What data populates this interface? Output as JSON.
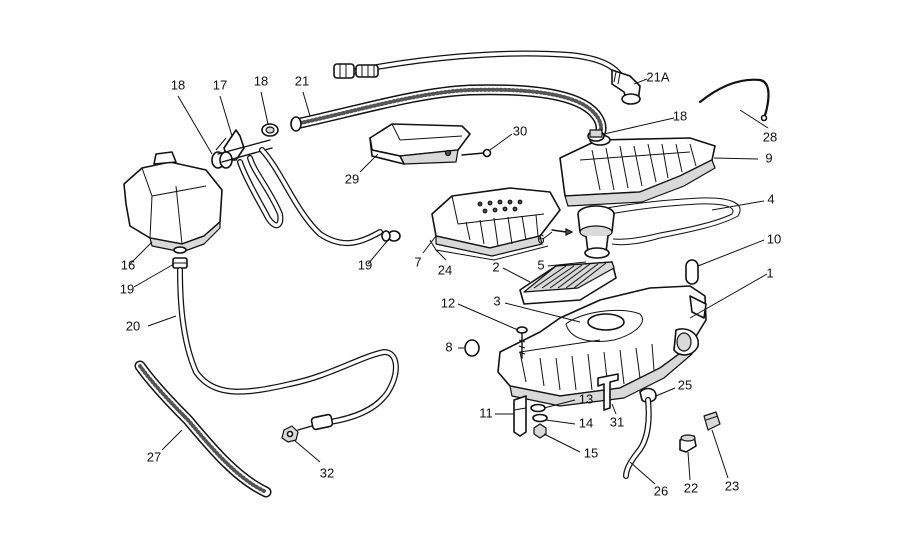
{
  "callouts": [
    {
      "id": "c1",
      "text": "1"
    },
    {
      "id": "c2",
      "text": "2"
    },
    {
      "id": "c3",
      "text": "3"
    },
    {
      "id": "c4",
      "text": "4"
    },
    {
      "id": "c5",
      "text": "5"
    },
    {
      "id": "c6",
      "text": "6"
    },
    {
      "id": "c7",
      "text": "7"
    },
    {
      "id": "c8",
      "text": "8"
    },
    {
      "id": "c9",
      "text": "9"
    },
    {
      "id": "c10",
      "text": "10"
    },
    {
      "id": "c11",
      "text": "11"
    },
    {
      "id": "c12",
      "text": "12"
    },
    {
      "id": "c13",
      "text": "13"
    },
    {
      "id": "c14",
      "text": "14"
    },
    {
      "id": "c15",
      "text": "15"
    },
    {
      "id": "c16",
      "text": "16"
    },
    {
      "id": "c17",
      "text": "17"
    },
    {
      "id": "c18a",
      "text": "18"
    },
    {
      "id": "c18b",
      "text": "18"
    },
    {
      "id": "c18c",
      "text": "18"
    },
    {
      "id": "c19a",
      "text": "19"
    },
    {
      "id": "c19b",
      "text": "19"
    },
    {
      "id": "c20",
      "text": "20"
    },
    {
      "id": "c21",
      "text": "21"
    },
    {
      "id": "c21a",
      "text": "21A"
    },
    {
      "id": "c22",
      "text": "22"
    },
    {
      "id": "c23",
      "text": "23"
    },
    {
      "id": "c24",
      "text": "24"
    },
    {
      "id": "c25",
      "text": "25"
    },
    {
      "id": "c26",
      "text": "26"
    },
    {
      "id": "c27",
      "text": "27"
    },
    {
      "id": "c28",
      "text": "28"
    },
    {
      "id": "c29",
      "text": "29"
    },
    {
      "id": "c30",
      "text": "30"
    },
    {
      "id": "c31",
      "text": "31"
    },
    {
      "id": "c32",
      "text": "32"
    }
  ]
}
